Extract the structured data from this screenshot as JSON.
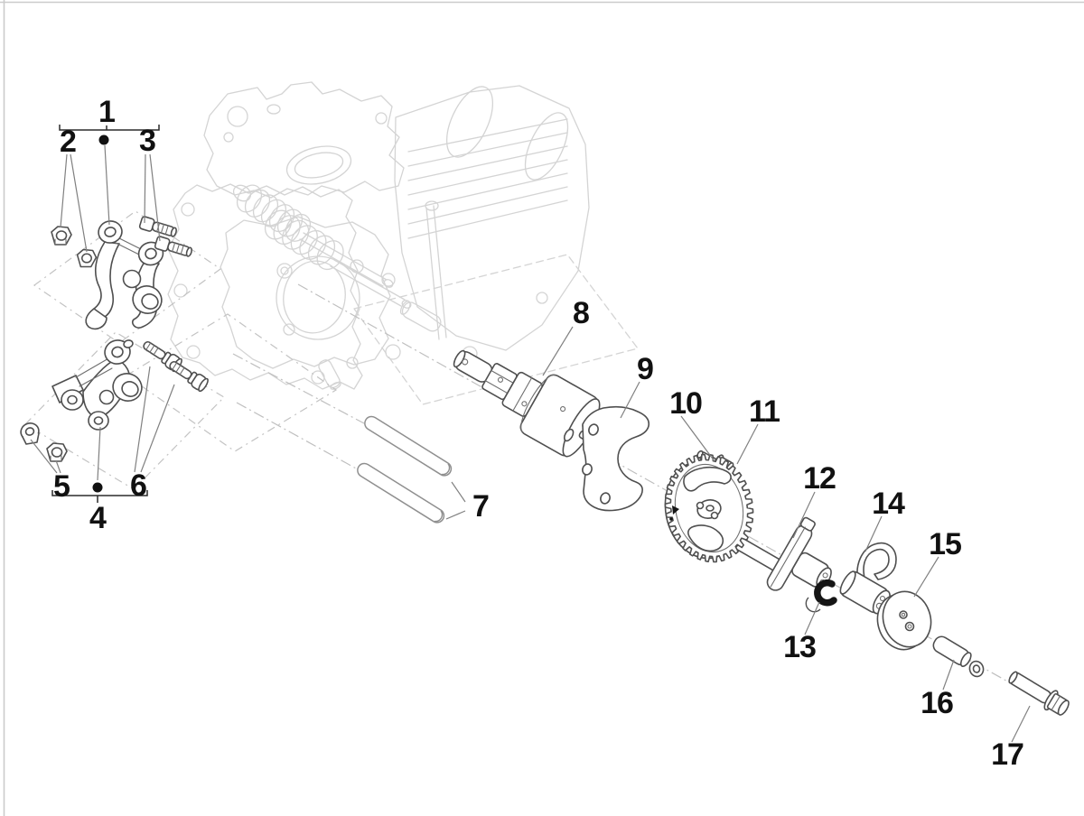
{
  "diagram": {
    "callouts": [
      "1",
      "2",
      "3",
      "4",
      "5",
      "6",
      "7",
      "8",
      "9",
      "10",
      "11",
      "12",
      "13",
      "14",
      "15",
      "16",
      "17"
    ],
    "callout_groups": [
      {
        "group_label": "1",
        "bracket_members": [
          "2",
          "3"
        ],
        "has_center_dot": true
      },
      {
        "group_label": "4",
        "bracket_members": [
          "5",
          "6"
        ],
        "has_center_dot": true
      }
    ],
    "colors": {
      "background": "#ffffff",
      "page_edge_line": "#cbcbcb",
      "ghost_line": "#d4d4d4",
      "part_line": "#4f4f4f",
      "pin_line": "#8f8f8f",
      "dash_line": "#bfbfbf",
      "leader_line": "#808080",
      "callout_text": "#111111",
      "clip_fill": "#151515"
    }
  }
}
